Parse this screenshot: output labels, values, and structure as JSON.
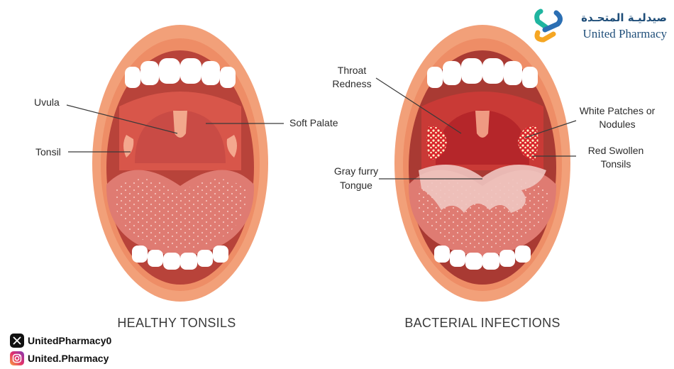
{
  "brand": {
    "arabic_name": "صيدليـة المتحـدة",
    "english_name": "United Pharmacy",
    "logo_icon": "united-pharmacy-logo"
  },
  "diagrams": [
    {
      "caption": "HEALTHY TONSILS",
      "labels": {
        "uvula": "Uvula",
        "tonsil": "Tonsil",
        "soft_palate": "Soft Palate"
      }
    },
    {
      "caption": "BACTERIAL INFECTIONS",
      "labels": {
        "throat_redness_1": "Throat",
        "throat_redness_2": "Redness",
        "gray_tongue_1": "Gray furry",
        "gray_tongue_2": "Tongue",
        "white_patches_1": "White Patches or",
        "white_patches_2": "Nodules",
        "red_tonsils_1": "Red Swollen",
        "red_tonsils_2": "Tonsils"
      }
    }
  ],
  "social": {
    "x_handle": "UnitedPharmacy0",
    "instagram_handle": "United.Pharmacy"
  },
  "colors": {
    "lip": "#f2a079",
    "mouth_dark": "#b8433a",
    "palate": "#e8695a",
    "tongue": "#df7b72",
    "inflamed": "#c7252d",
    "brand": "#1f4e79"
  }
}
